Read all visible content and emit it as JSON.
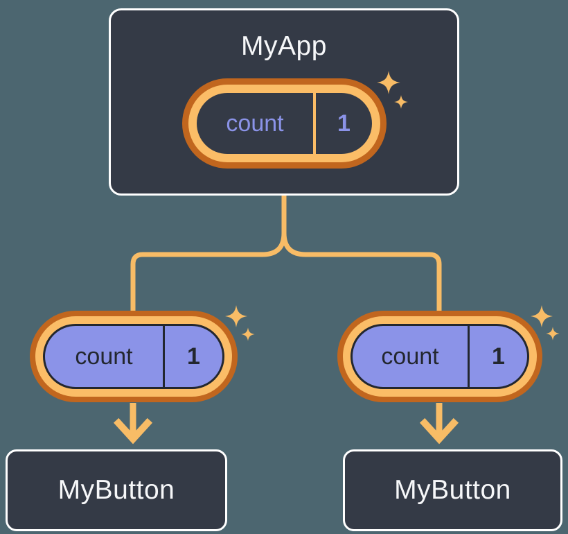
{
  "colors": {
    "background": "#4C6670",
    "node_fill": "#343A46",
    "node_border": "#FFFFFF",
    "node_text": "#F6F7F9",
    "ring_outer": "#C1661E",
    "ring_inner": "#FBBD67",
    "parent_fill": "#343A46",
    "parent_text": "#8B93E8",
    "child_fill": "#8B93E8",
    "child_text": "#23272F",
    "child_outline": "#23272F",
    "connector": "#F8BC66"
  },
  "diagram": {
    "root": {
      "title": "MyApp",
      "state": {
        "name": "count",
        "value": "1"
      }
    },
    "children": [
      {
        "title": "MyButton",
        "prop": {
          "name": "count",
          "value": "1"
        }
      },
      {
        "title": "MyButton",
        "prop": {
          "name": "count",
          "value": "1"
        }
      }
    ]
  }
}
